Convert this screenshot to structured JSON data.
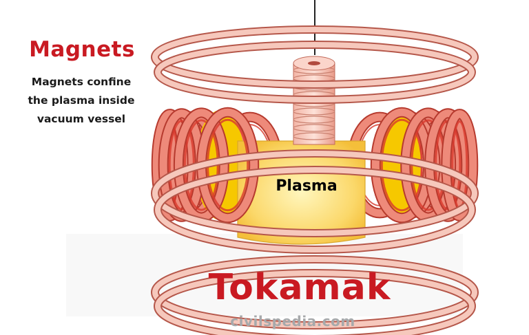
{
  "magnets": {
    "heading": "Magnets",
    "description": [
      "Magnets confine",
      "the plasma inside",
      "vacuum vessel"
    ]
  },
  "plasma_label": "Plasma",
  "title": "Tokamak",
  "site": "civilspedia.com",
  "colors": {
    "heading_red": "#c91a22",
    "coil_fill": "#ee8a7a",
    "coil_stroke": "#b63a2e",
    "coil_inner": "#d8392d",
    "plasma_fill": "#fbd86a",
    "plasma_glow": "#f6c000",
    "ring_fill": "#f6c8bc",
    "site_gray": "#a7a9ab",
    "desc_text": "#1a1a1a"
  }
}
